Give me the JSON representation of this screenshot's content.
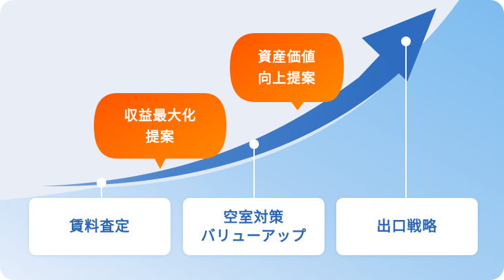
{
  "diagram": {
    "type": "growth-arrow-steps",
    "colors": {
      "background": "#e9edf6",
      "growth_area": "#88c0ef",
      "arrow": "#2f6fc0",
      "bubble_orange_start": "#ff5a00",
      "bubble_orange_end": "#ff8a00",
      "card_text": "#2a67b5",
      "card_background": "#ffffff"
    },
    "steps": [
      {
        "label_lines": [
          "賃料査定"
        ]
      },
      {
        "label_lines": [
          "空室対策",
          "バリューアップ"
        ]
      },
      {
        "label_lines": [
          "出口戦略"
        ]
      }
    ],
    "callouts": [
      {
        "label_lines": [
          "収益最大化",
          "提案"
        ]
      },
      {
        "label_lines": [
          "資産価値",
          "向上提案"
        ]
      }
    ]
  }
}
